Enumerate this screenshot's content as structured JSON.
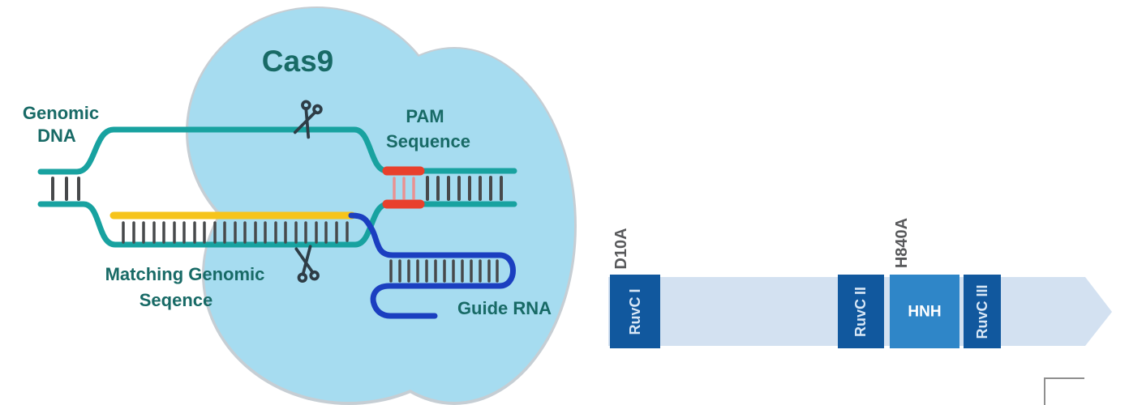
{
  "colors": {
    "background": "#ffffff",
    "cloud": "#a6dcf0",
    "cloud_rim": "#c6ced4",
    "dna_teal": "#18a2a0",
    "label_teal": "#186a66",
    "tick_dark": "#47494b",
    "tick_pink": "#ea9191",
    "pam_red": "#e8402c",
    "target_yellow": "#f6c41c",
    "guide_blue": "#1b3fc0",
    "scissors_dark": "#2e3d46",
    "bar_light": "#d3e1f1",
    "domain_dark": "#11589e",
    "domain_mid": "#2f86c8",
    "domain_text": "#d8e7f6",
    "hnh_text": "#ffffff",
    "mutation_gray": "#58595b",
    "corner_gray": "#8f8f8f"
  },
  "cas9_diagram": {
    "title": "Cas9",
    "genomic_dna_label": {
      "line1": "Genomic",
      "line2": "DNA"
    },
    "pam_label": {
      "line1": "PAM",
      "line2": "Sequence"
    },
    "matching_label": {
      "line1": "Matching Genomic",
      "line2": "Seqence"
    },
    "guide_rna_label": "Guide RNA",
    "icons": [
      {
        "name": "scissors-icon",
        "meaning": "DNA cut site (top strand)"
      },
      {
        "name": "scissors-icon",
        "meaning": "DNA cut site (bottom strand)"
      }
    ]
  },
  "domain_map": {
    "mutation_labels": {
      "d10a": "D10A",
      "h840a": "H840A"
    },
    "domains": [
      {
        "id": "ruvc1",
        "label": "RuvC I"
      },
      {
        "id": "ruvc2",
        "label": "RuvC II"
      },
      {
        "id": "hnh",
        "label": "HNH"
      },
      {
        "id": "ruvc3",
        "label": "RuvC III"
      }
    ]
  }
}
